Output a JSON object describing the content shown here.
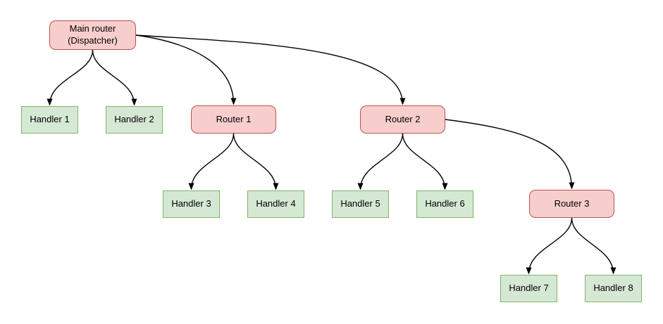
{
  "diagram": {
    "colors": {
      "background": "#ffffff",
      "router_fill": "#f8cecc",
      "router_border": "#b85450",
      "handler_fill": "#d5e8d4",
      "handler_border": "#82b366",
      "edge": "#000000"
    },
    "nodes": [
      {
        "id": "main",
        "label": "Main router\n(Dispatcher)",
        "type": "router"
      },
      {
        "id": "handler1",
        "label": "Handler 1",
        "type": "handler"
      },
      {
        "id": "handler2",
        "label": "Handler 2",
        "type": "handler"
      },
      {
        "id": "router1",
        "label": "Router 1",
        "type": "router"
      },
      {
        "id": "router2",
        "label": "Router 2",
        "type": "router"
      },
      {
        "id": "handler3",
        "label": "Handler 3",
        "type": "handler"
      },
      {
        "id": "handler4",
        "label": "Handler 4",
        "type": "handler"
      },
      {
        "id": "handler5",
        "label": "Handler 5",
        "type": "handler"
      },
      {
        "id": "handler6",
        "label": "Handler 6",
        "type": "handler"
      },
      {
        "id": "router3",
        "label": "Router 3",
        "type": "router"
      },
      {
        "id": "handler7",
        "label": "Handler 7",
        "type": "handler"
      },
      {
        "id": "handler8",
        "label": "Handler 8",
        "type": "handler"
      }
    ],
    "edges": [
      {
        "from": "Main router (Dispatcher)",
        "to": "Handler 1"
      },
      {
        "from": "Main router (Dispatcher)",
        "to": "Handler 2"
      },
      {
        "from": "Main router (Dispatcher)",
        "to": "Router 1"
      },
      {
        "from": "Main router (Dispatcher)",
        "to": "Router 2"
      },
      {
        "from": "Router 1",
        "to": "Handler 3"
      },
      {
        "from": "Router 1",
        "to": "Handler 4"
      },
      {
        "from": "Router 2",
        "to": "Handler 5"
      },
      {
        "from": "Router 2",
        "to": "Handler 6"
      },
      {
        "from": "Router 2",
        "to": "Router 3"
      },
      {
        "from": "Router 3",
        "to": "Handler 7"
      },
      {
        "from": "Router 3",
        "to": "Handler 8"
      }
    ]
  }
}
